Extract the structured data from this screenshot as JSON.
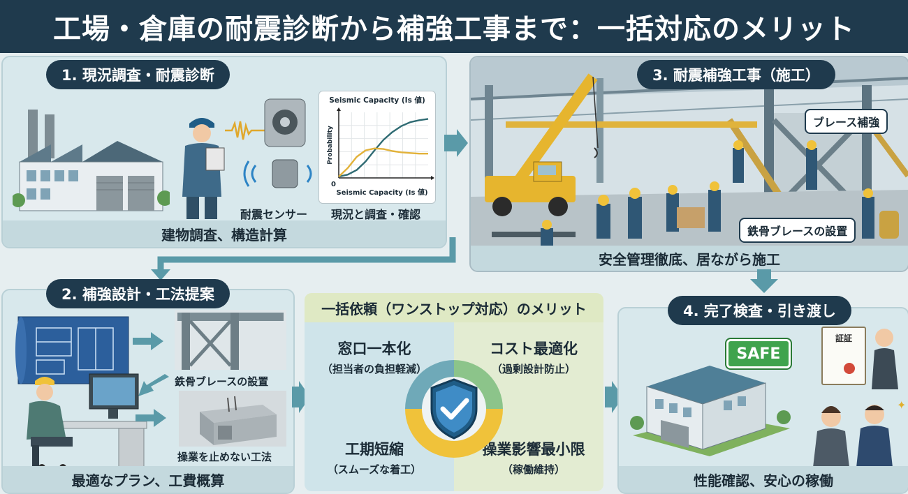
{
  "title": "工場・倉庫の耐震診断から補強工事まで：一括対応のメリット",
  "step1": {
    "heading": "1. 現況調査・耐震診断",
    "caption": "建物調査、構造計算",
    "sensor_label": "耐震センサー",
    "chart_label": "現況と調査・確認"
  },
  "step2": {
    "heading": "2. 補強設計・工法提案",
    "caption": "最適なプラン、工費概算",
    "brace_label": "鉄骨ブレースの設置",
    "method_label": "操業を止めない工法"
  },
  "step3": {
    "heading": "3. 耐震補強工事（施工）",
    "caption": "安全管理徹底、居ながら施工",
    "callout_brace": "ブレース補強",
    "callout_install": "鉄骨ブレースの設置"
  },
  "step4": {
    "heading": "4. 完了検査・引き渡し",
    "caption": "性能確認、安心の稼働",
    "safe_sign": "SAFE",
    "certificate": "証証"
  },
  "merits": {
    "heading": "一括依頼（ワンストップ対応）のメリット",
    "items": [
      {
        "title": "窓口一本化",
        "sub": "（担当者の負担軽減）"
      },
      {
        "title": "コスト最適化",
        "sub": "（過剰設計防止）"
      },
      {
        "title": "工期短縮",
        "sub": "（スムーズな着工）"
      },
      {
        "title": "操業影響最小限",
        "sub": "（稼働維持）"
      }
    ]
  },
  "chart_data": {
    "type": "line",
    "title": "Seismic Capacity (Is 値)",
    "xlabel": "Seismic Capacity (Is 値)",
    "ylabel": "Probability",
    "origin_label": "0",
    "x": [
      0,
      1,
      2,
      3,
      4,
      5,
      6,
      7,
      8,
      9,
      10
    ],
    "series": [
      {
        "values": [
          0.02,
          0.05,
          0.12,
          0.25,
          0.42,
          0.58,
          0.7,
          0.79,
          0.85,
          0.88,
          0.9
        ]
      },
      {
        "values": [
          0.02,
          0.15,
          0.32,
          0.42,
          0.45,
          0.44,
          0.41,
          0.39,
          0.38,
          0.37,
          0.37
        ]
      }
    ],
    "ylim": [
      0,
      1
    ],
    "xlim": [
      0,
      10
    ],
    "grid": true,
    "colors": [
      "#2f6b73",
      "#e2b23a"
    ]
  },
  "colors": {
    "navy": "#1f3a4d",
    "teal": "#5a9aa8",
    "yellow": "#f0c23a",
    "green": "#3fa34d"
  },
  "icons": [
    "factory-icon",
    "inspector-icon",
    "seismic-wave-icon",
    "sensor-icon",
    "blueprint-icon",
    "computer-icon",
    "beam-icon",
    "crane-icon",
    "shield-check-icon",
    "warehouse-icon",
    "certificate-icon"
  ]
}
